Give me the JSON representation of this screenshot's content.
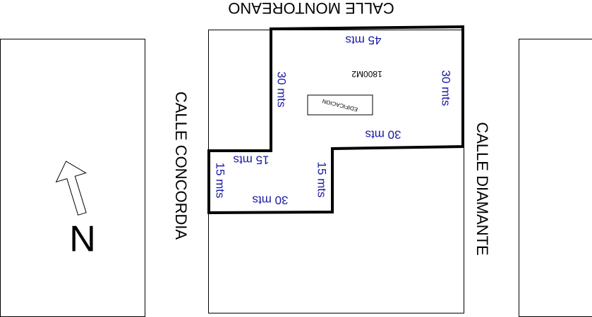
{
  "streets": {
    "top": "CALLE MONTOREANO",
    "left": "CALLE CONCORDIA",
    "right": "CALLE DIAMANTE"
  },
  "lot": {
    "area": "1800M2",
    "building": "EDIFICACION",
    "dimensions": {
      "top": "45 mts",
      "right": "30 mts",
      "left_upper": "30 mts",
      "middle": "30 mts",
      "inner_vertical": "15 mts",
      "notch_top": "15 mts",
      "notch_left": "15 mts",
      "bottom": "30 mts"
    }
  },
  "compass": {
    "label": "N",
    "icon": "north-arrow-icon"
  },
  "colors": {
    "dimension_text": "#1a1aa6",
    "outline": "#000000"
  }
}
